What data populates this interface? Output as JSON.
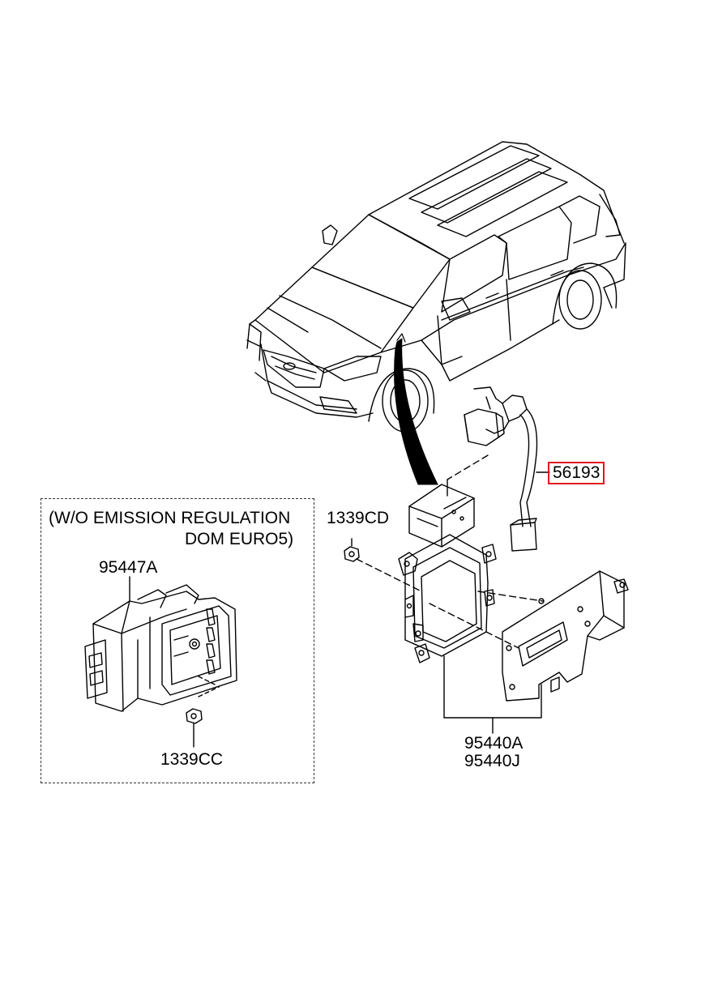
{
  "parts": {
    "sensor_cable": "56193",
    "ecu_upper": "95440A",
    "ecu_lower": "95440J",
    "nut_main": "1339CD",
    "nut_inset": "1339CC",
    "module_inset": "95447A"
  },
  "inset": {
    "note_line1": "(W/O  EMISSION REGULATION",
    "note_line2": "DOM EURO5)"
  },
  "colors": {
    "highlight_border": "#e0161e",
    "line": "#000000"
  }
}
